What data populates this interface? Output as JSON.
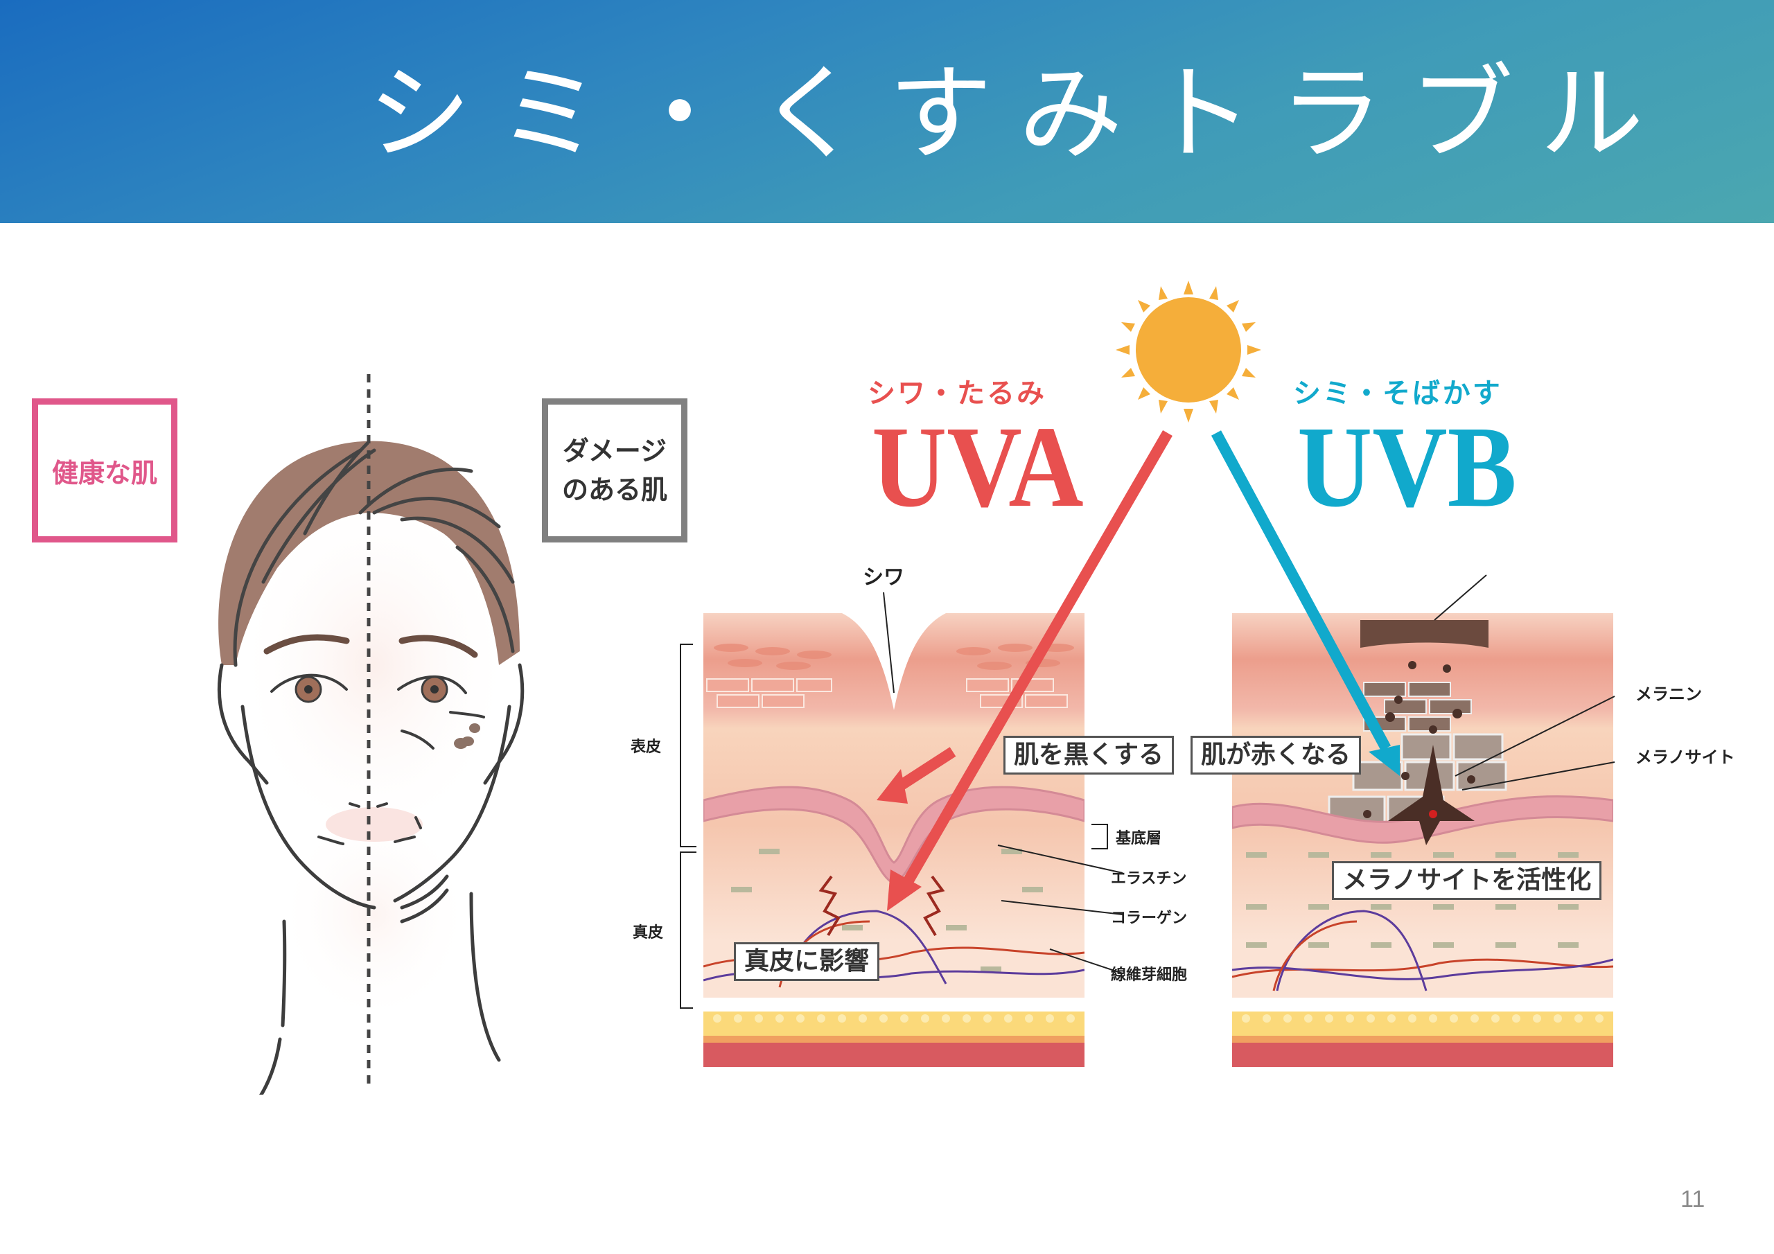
{
  "header": {
    "title": "シミ・くすみトラブル",
    "gradient_start": "#1a6cbf",
    "gradient_end": "#4ba7b0"
  },
  "face_panel": {
    "healthy_label": "健康な肌",
    "healthy_color": "#e0578a",
    "damaged_label_line1": "ダメージ",
    "damaged_label_line2": "のある肌",
    "damaged_color": "#808080"
  },
  "uv_panel": {
    "sun_icon": "sun-icon",
    "sun_color": "#f5ae3a",
    "uva": {
      "subtitle": "シワ・たるみ",
      "title": "UVA",
      "color": "#e8504f"
    },
    "uvb": {
      "subtitle": "シミ・そばかす",
      "title": "UVB",
      "color": "#11a9cc"
    },
    "left_diagram": {
      "wrinkle_label": "シワ",
      "epidermis_label": "表皮",
      "dermis_label": "真皮",
      "tag_darken": "肌を黒くする",
      "tag_dermis": "真皮に影響",
      "basal_layer_label": "基底層",
      "elastin_label": "エラスチン",
      "collagen_label": "コラーゲン",
      "fibroblast_label": "線維芽細胞"
    },
    "right_diagram": {
      "tag_redden": "肌が赤くなる",
      "tag_activate": "メラノサイトを活性化",
      "melanin_label": "メラニン",
      "melanocyte_label": "メラノサイト"
    }
  },
  "footer": {
    "page_number": "11"
  }
}
